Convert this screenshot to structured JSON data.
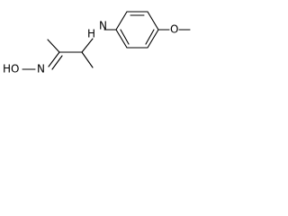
{
  "molecule": {
    "labels": {
      "hydroxy": "HO",
      "oxime_n": "N",
      "amine": "N",
      "amine_h": "H",
      "methoxy": "O"
    }
  }
}
